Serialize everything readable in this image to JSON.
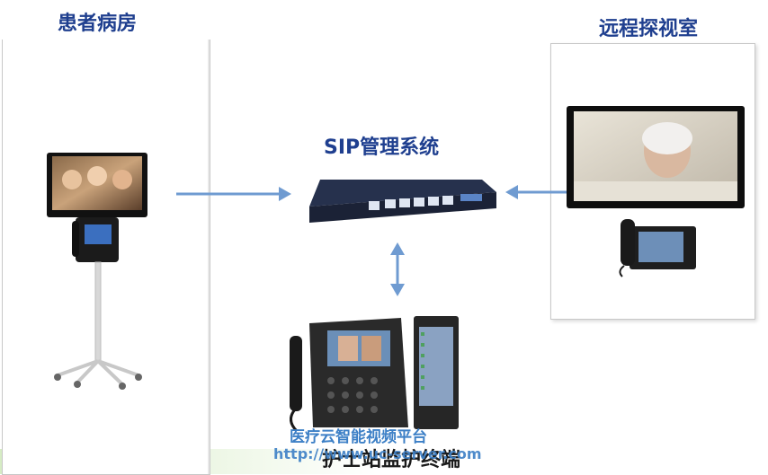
{
  "labels": {
    "patient_room": "患者病房",
    "remote_visit": "远程探视室",
    "sip_system": "SIP管理系统",
    "nurse_station": "护士站监护终端"
  },
  "footer": {
    "platform": "医疗云智能视频平台",
    "url": "http://www.uc-server.com"
  },
  "colors": {
    "label": "#1f3f8f",
    "arrow": "#6f9bd1",
    "footer": "#3c7fc6"
  }
}
